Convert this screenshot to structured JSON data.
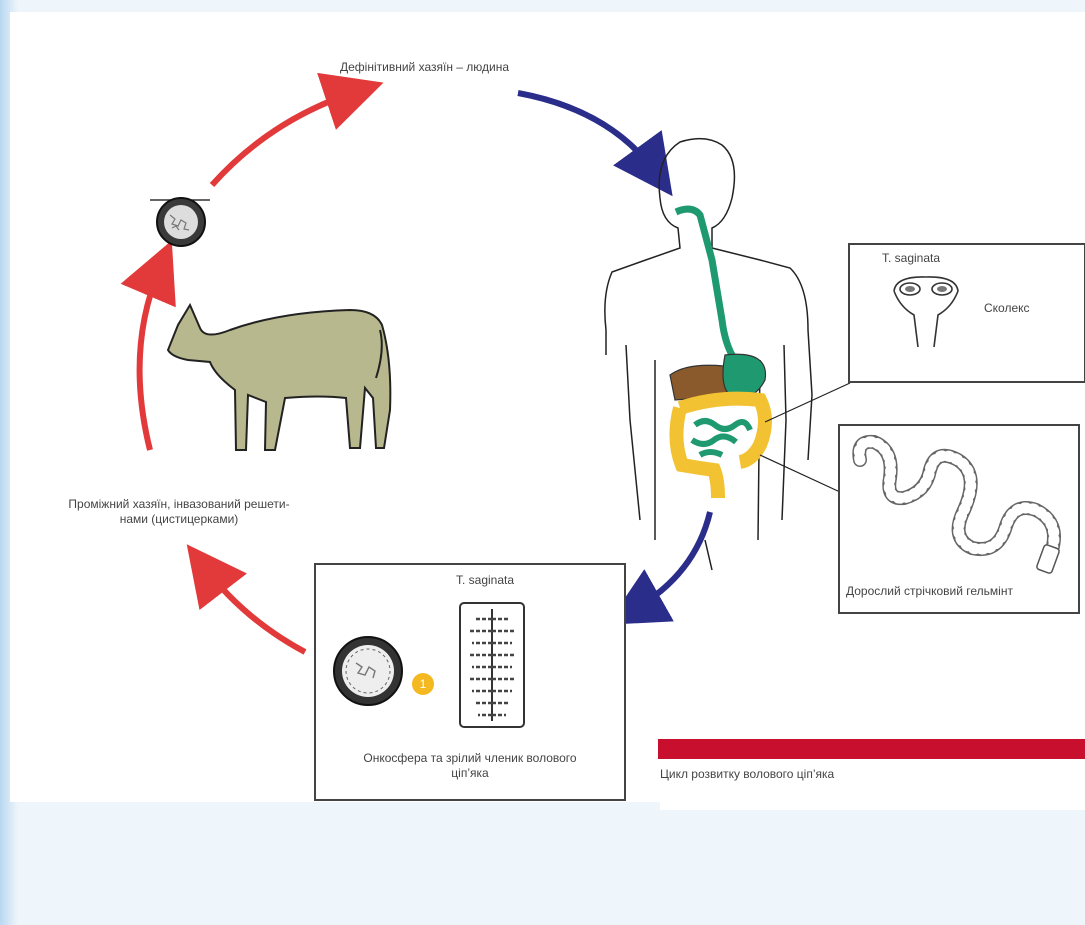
{
  "labels": {
    "definitive_host": "Дефінітивний хазяїн – людина",
    "intermediate_host_line1": "Проміжний хазяїн, інвазований решети-",
    "intermediate_host_line2": "нами (цистицерками)",
    "box_scolex_species": "T. saginata",
    "box_scolex_caption": "Сколекс",
    "box_adult_caption": "Дорослий стрічковий гельмінт",
    "box_egg_species": "T. saginata",
    "box_egg_caption_line1": "Онкосфера та зрілий членик волового",
    "box_egg_caption_line2": "ціп’яка",
    "egg_marker": "1",
    "figure_caption": "Цикл розвитку волового ціп’яка"
  },
  "colors": {
    "red_arrow": "#e23a3a",
    "blue_arrow": "#2b2d8a",
    "cow_fill": "#b8b88e",
    "digestive_green": "#1f9a70",
    "intestine_yellow": "#f2c232",
    "liver_brown": "#8a5a2c",
    "caption_bar": "#c8102e",
    "marker_yellow": "#f4b820"
  },
  "icons": [
    "cow-icon",
    "cyst-icon",
    "human-silhouette-icon",
    "scolex-icon",
    "tapeworm-icon",
    "oncosphere-icon",
    "proglottid-icon"
  ]
}
